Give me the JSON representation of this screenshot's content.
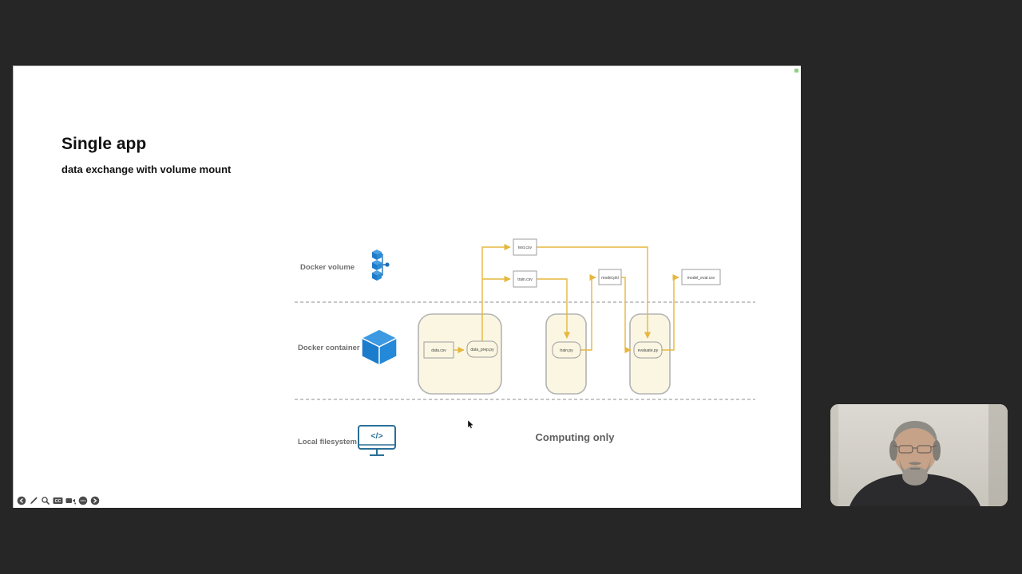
{
  "slide": {
    "title": "Single app",
    "subtitle": "data exchange with volume mount",
    "note": "Computing only",
    "rows": [
      {
        "label": "Docker volume"
      },
      {
        "label": "Docker container"
      },
      {
        "label": "Local filesystem"
      }
    ],
    "files": {
      "test": "test.csv",
      "train": "train.csv",
      "model": "model.pkl",
      "model_eval": "model_eval.csv",
      "data": "data.csv"
    },
    "scripts": {
      "prep": "data_prep.py",
      "train": "train.py",
      "evaluate": "evaluate.py"
    },
    "monitor_glyph": "</>"
  },
  "toolbar": {
    "cc_label": "CC",
    "icons": [
      "back",
      "pen",
      "magnifier",
      "closed-captions",
      "camera",
      "more",
      "forward"
    ]
  },
  "colors": {
    "arrow": "#E6B73E",
    "docker_blue": "#2086D7",
    "container_fill": "#FAF6E2",
    "box_border": "#9E9E9E",
    "label_gray": "#6E6E6E",
    "background": "#262626"
  }
}
